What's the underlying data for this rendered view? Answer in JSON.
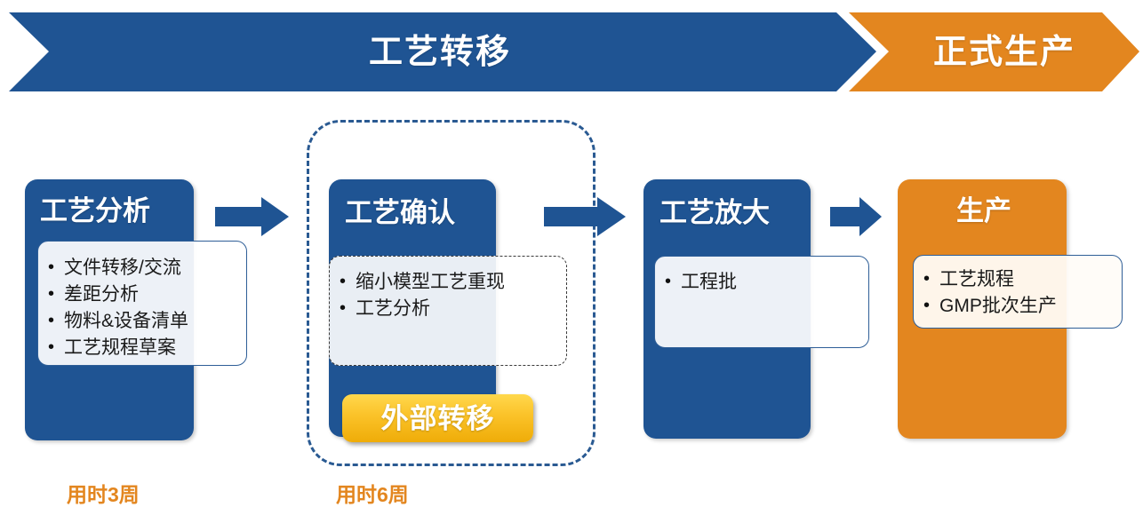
{
  "banner": {
    "primary_label": "工艺转移",
    "secondary_label": "正式生产",
    "primary_color": "#1F5493",
    "secondary_color": "#E3861F"
  },
  "phases": [
    {
      "id": "process-analysis",
      "title": "工艺分析",
      "color": "#1F5493",
      "items": [
        "文件转移/交流",
        "差距分析",
        "物料&设备清单",
        "工艺规程草案"
      ]
    },
    {
      "id": "process-confirmation",
      "title": "工艺确认",
      "color": "#1F5493",
      "items": [
        "缩小模型工艺重现",
        "工艺分析"
      ]
    },
    {
      "id": "process-scale-up",
      "title": "工艺放大",
      "color": "#1F5493",
      "items": [
        "工程批"
      ]
    },
    {
      "id": "production",
      "title": "生产",
      "color": "#E3861F",
      "items": [
        "工艺规程",
        "GMP批次生产"
      ]
    }
  ],
  "badge": {
    "label": "外部转移",
    "color": "#FBC32A"
  },
  "durations": [
    {
      "id": "duration-phase-1",
      "label": "用时3周"
    },
    {
      "id": "duration-phase-2",
      "label": "用时6周"
    }
  ],
  "arrows": {
    "icon": "arrow-right-icon",
    "color": "#1F5493",
    "count": 3
  },
  "group_outline": {
    "name": "external-transfer-group",
    "border_color": "#2A5A92",
    "style": "dashed"
  },
  "chart_data": {
    "type": "diagram",
    "title": "工艺转移流程图",
    "stages": [
      {
        "name": "工艺分析",
        "duration": "用时3周",
        "deliverables": [
          "文件转移/交流",
          "差距分析",
          "物料&设备清单",
          "工艺规程草案"
        ]
      },
      {
        "name": "工艺确认",
        "duration": "用时6周",
        "deliverables": [
          "缩小模型工艺重现",
          "工艺分析"
        ],
        "tag": "外部转移"
      },
      {
        "name": "工艺放大",
        "duration": "",
        "deliverables": [
          "工程批"
        ]
      },
      {
        "name": "生产",
        "duration": "",
        "deliverables": [
          "工艺规程",
          "GMP批次生产"
        ]
      }
    ],
    "phase_bands": [
      "工艺转移",
      "正式生产"
    ]
  }
}
